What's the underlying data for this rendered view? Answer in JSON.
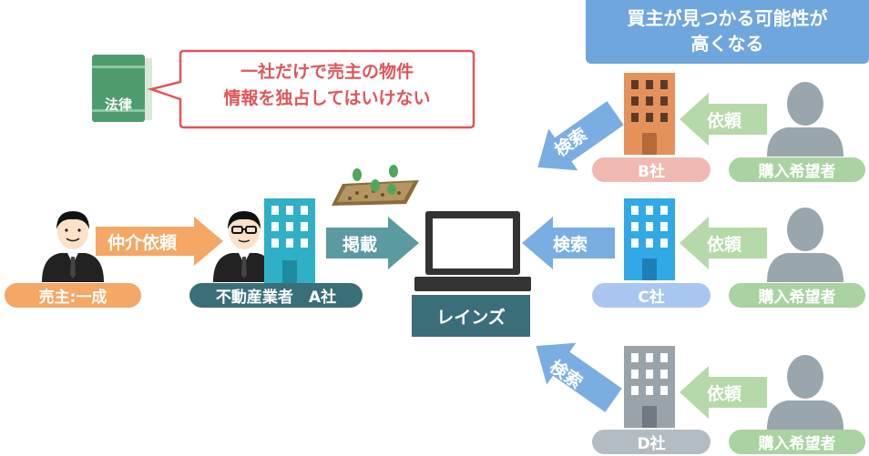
{
  "headline": {
    "line1": "買主が見つかる可能性が",
    "line2": "高くなる"
  },
  "law": {
    "book_label": "法律",
    "note_line1": "一社だけで売主の物件",
    "note_line2": "情報を独占してはいけない"
  },
  "seller": {
    "label": "売主:一成"
  },
  "agent_a": {
    "label": "不動産業者　A社"
  },
  "reins": {
    "label": "レインズ"
  },
  "arrows": {
    "mediation": "仲介依頼",
    "listing": "掲載",
    "search": "検索",
    "request": "依頼"
  },
  "companies": {
    "b": "B社",
    "c": "C社",
    "d": "D社"
  },
  "buyer": {
    "label": "購入希望者"
  },
  "colors": {
    "orange": "#f5a766",
    "green": "#8fbf86",
    "blue_panel": "#6fa6dd",
    "search_arrow": "#7aaee3",
    "request_arrow": "#b5d9a8",
    "teal": "#3a6f79",
    "building_b": "#e5925a",
    "building_c": "#30a9e6",
    "building_d": "#9aa3aa",
    "person_gray": "#9aa6ad",
    "law_red": "#e05659"
  }
}
